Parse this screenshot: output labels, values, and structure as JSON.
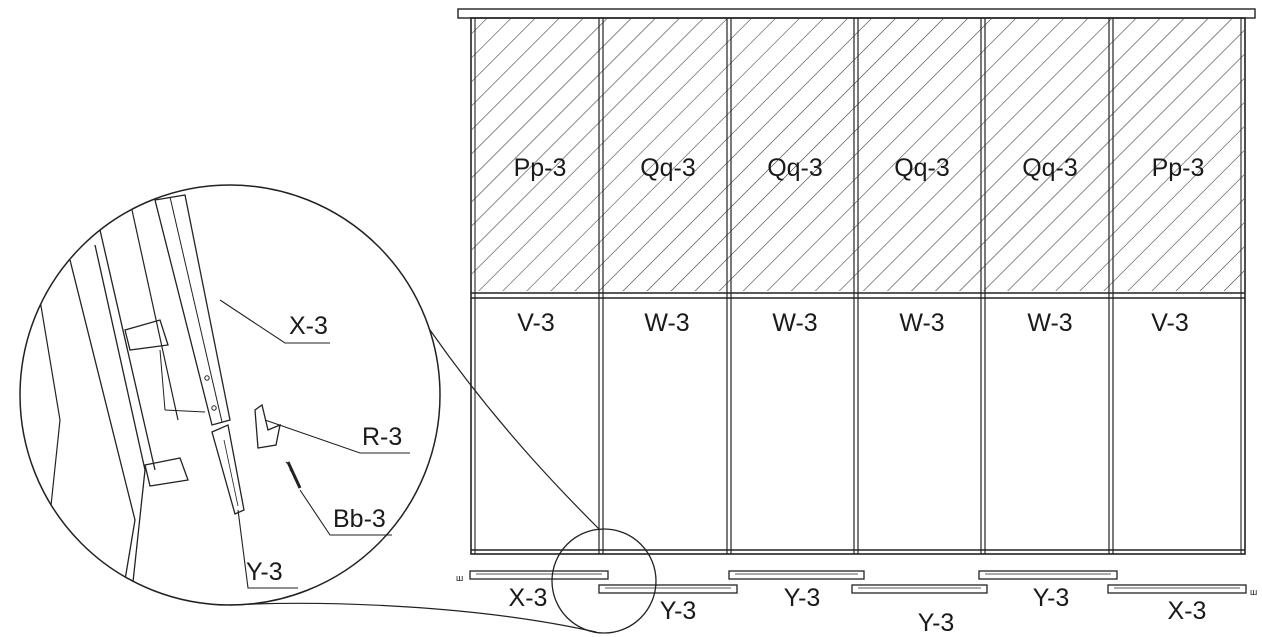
{
  "panels": {
    "upper": [
      "Pp-3",
      "Qq-3",
      "Qq-3",
      "Qq-3",
      "Qq-3",
      "Pp-3"
    ],
    "lower": [
      "V-3",
      "W-3",
      "W-3",
      "W-3",
      "W-3",
      "V-3"
    ]
  },
  "rails": [
    {
      "label": "X-3"
    },
    {
      "label": "Y-3"
    },
    {
      "label": "Y-3"
    },
    {
      "label": "Y-3"
    },
    {
      "label": "Y-3"
    },
    {
      "label": "X-3"
    }
  ],
  "end_markers": {
    "left": "ш",
    "right": "ш"
  },
  "detail": {
    "callouts": [
      {
        "label": "X-3"
      },
      {
        "label": "R-3"
      },
      {
        "label": "Bb-3"
      },
      {
        "label": "Y-3"
      }
    ]
  }
}
